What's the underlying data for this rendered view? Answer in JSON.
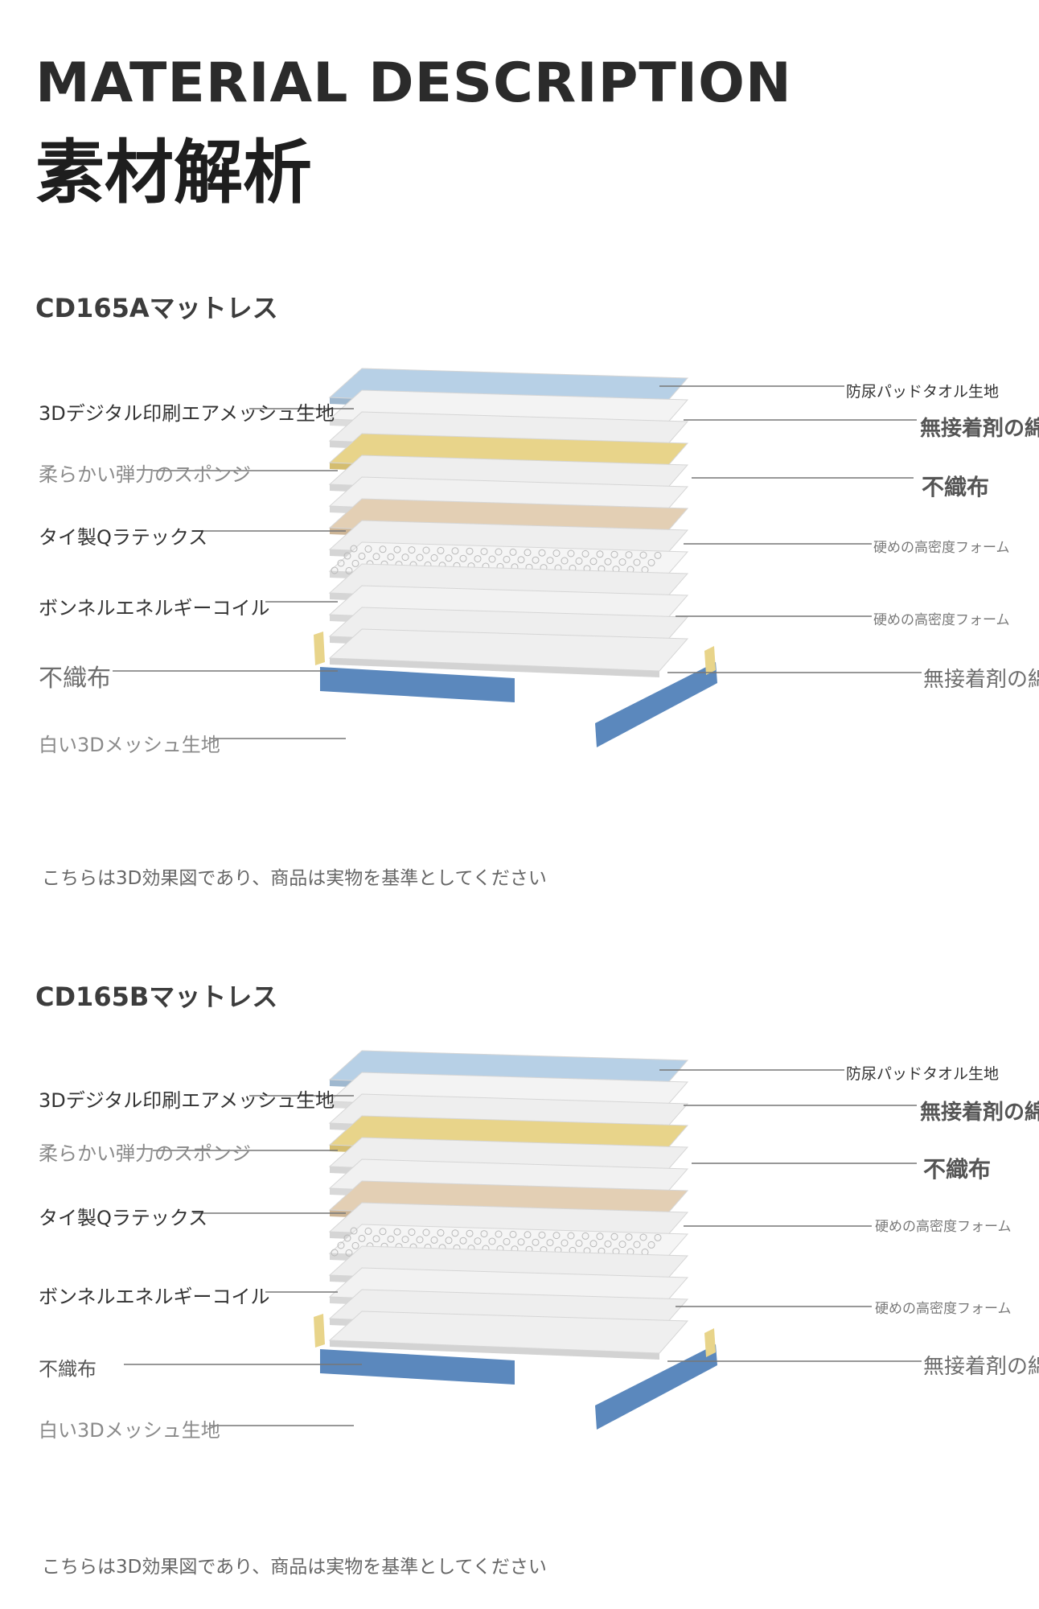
{
  "header": {
    "title_en": "MATERIAL DESCRIPTION",
    "title_jp": "素材解析"
  },
  "sections": [
    {
      "title": "CD165Aマットレス",
      "left_labels": [
        "3Dデジタル印刷エアメッシュ生地",
        "柔らかい弾力のスポンジ",
        "タイ製Qラテックス",
        "ボンネルエネルギーコイル",
        "不織布",
        "白い3Dメッシュ生地"
      ],
      "right_labels": [
        "防尿パッドタオル生地",
        "無接着剤の綿",
        "不織布",
        "硬めの高密度フォーム",
        "硬めの高密度フォーム",
        "無接着剤の綿"
      ],
      "note": "こちらは3D効果図であり、商品は実物を基準としてください"
    },
    {
      "title": "CD165Bマットレス",
      "left_labels": [
        "3Dデジタル印刷エアメッシュ生地",
        "柔らかい弾力のスポンジ",
        "タイ製Qラテックス",
        "ボンネルエネルギーコイル",
        "不織布",
        "白い3Dメッシュ生地"
      ],
      "right_labels": [
        "防尿パッドタオル生地",
        "無接着剤の綿",
        "不織布",
        "硬めの高密度フォーム",
        "硬めの高密度フォーム",
        "無接着剤の綿"
      ],
      "note": "こちらは3D効果図であり、商品は実物を基準としてください"
    }
  ],
  "colors": {
    "towel_top": "#b7d0e6",
    "foam": "#eeeeee",
    "sponge": "#e8d48a",
    "latex": "#e3cfb4",
    "base_blue": "#5b88bd",
    "leader_line": "#777777"
  },
  "icons": [
    "mattress-layer-diagram"
  ]
}
